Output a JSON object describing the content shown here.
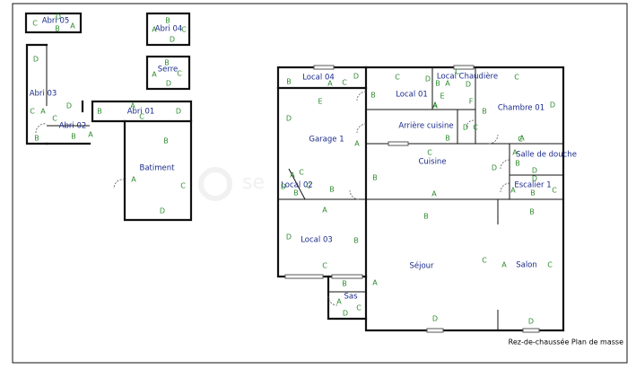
{
  "caption": "Rez-de-chaussée Plan de masse",
  "watermark": "se",
  "colors": {
    "room_label": "#1a2a8a",
    "wall_label": "#2e8b2e",
    "wall": "#111111"
  },
  "rooms": [
    {
      "id": "abri-05",
      "name": "Abri 05"
    },
    {
      "id": "abri-04",
      "name": "Abri 04"
    },
    {
      "id": "serre",
      "name": "Serre"
    },
    {
      "id": "abri-03",
      "name": "Abri 03"
    },
    {
      "id": "abri-02",
      "name": "Abri 02"
    },
    {
      "id": "abri-01",
      "name": "Abri 01"
    },
    {
      "id": "batiment",
      "name": "Batiment"
    },
    {
      "id": "local-04",
      "name": "Local 04"
    },
    {
      "id": "local-01",
      "name": "Local 01"
    },
    {
      "id": "local-chaudiere",
      "name": "Local Chaudière"
    },
    {
      "id": "chambre-01",
      "name": "Chambre 01"
    },
    {
      "id": "garage-1",
      "name": "Garage 1"
    },
    {
      "id": "arriere-cuisine",
      "name": "Arrière cuisine"
    },
    {
      "id": "cuisine",
      "name": "Cuisine"
    },
    {
      "id": "salle-de-douche",
      "name": "Salle de douche"
    },
    {
      "id": "local-02",
      "name": "Local 02"
    },
    {
      "id": "escalier-1",
      "name": "Escalier 1"
    },
    {
      "id": "local-03",
      "name": "Local 03"
    },
    {
      "id": "sejour",
      "name": "Séjour"
    },
    {
      "id": "salon",
      "name": "Salon"
    },
    {
      "id": "sas",
      "name": "Sas"
    }
  ],
  "wall_letters": {
    "abri-05": [
      "C",
      "D",
      "B",
      "A"
    ],
    "abri-04": [
      "B",
      "A",
      "C",
      "D"
    ],
    "serre": [
      "B",
      "A",
      "C",
      "D"
    ],
    "abri-03": [
      "D",
      "C",
      "A",
      "B"
    ],
    "abri-02": [
      "D",
      "C",
      "B",
      "A"
    ],
    "abri-01": [
      "B",
      "A",
      "C",
      "D"
    ],
    "batiment": [
      "B",
      "A",
      "C",
      "D"
    ],
    "local-04": [
      "B",
      "A",
      "D",
      "C"
    ],
    "local-01": [
      "B",
      "C",
      "D",
      "E",
      "A"
    ],
    "local-chaudiere": [
      "D",
      "B",
      "A",
      "C",
      "F"
    ],
    "chambre-01": [
      "C",
      "B",
      "D",
      "A"
    ],
    "garage-1": [
      "E",
      "D",
      "A",
      "B",
      "C"
    ],
    "arriere-cuisine": [
      "A",
      "D",
      "C",
      "B"
    ],
    "cuisine": [
      "C",
      "B",
      "A",
      "D"
    ],
    "salle-de-douche": [
      "C",
      "A",
      "B",
      "D"
    ],
    "local-02": [
      "A",
      "D",
      "C",
      "B"
    ],
    "escalier-1": [
      "D",
      "A",
      "B",
      "C"
    ],
    "local-03": [
      "A",
      "D",
      "B",
      "C"
    ],
    "sejour": [
      "B",
      "C",
      "A",
      "D"
    ],
    "salon": [
      "A",
      "C",
      "B",
      "D"
    ],
    "sas": [
      "B",
      "A",
      "C",
      "D"
    ]
  }
}
